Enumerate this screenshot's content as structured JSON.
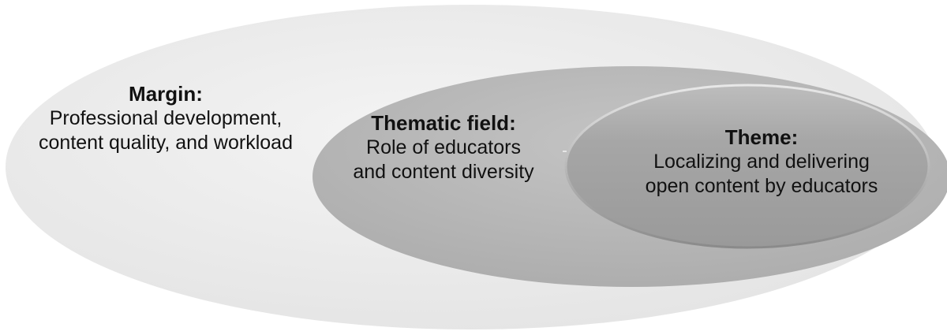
{
  "diagram": {
    "outer": {
      "heading": "Margin:",
      "lines": [
        "Professional development,",
        "content quality, and workload"
      ]
    },
    "middle": {
      "heading": "Thematic field:",
      "lines": [
        "Role of educators",
        "and content diversity"
      ]
    },
    "inner": {
      "heading": "Theme:",
      "lines": [
        "Localizing and delivering",
        "open content by educators"
      ]
    },
    "colors": {
      "outer_fill": "#ececec",
      "middle_fill": "#b9b9b9",
      "inner_fill": "#a3a3a3",
      "text": "#111111"
    }
  }
}
